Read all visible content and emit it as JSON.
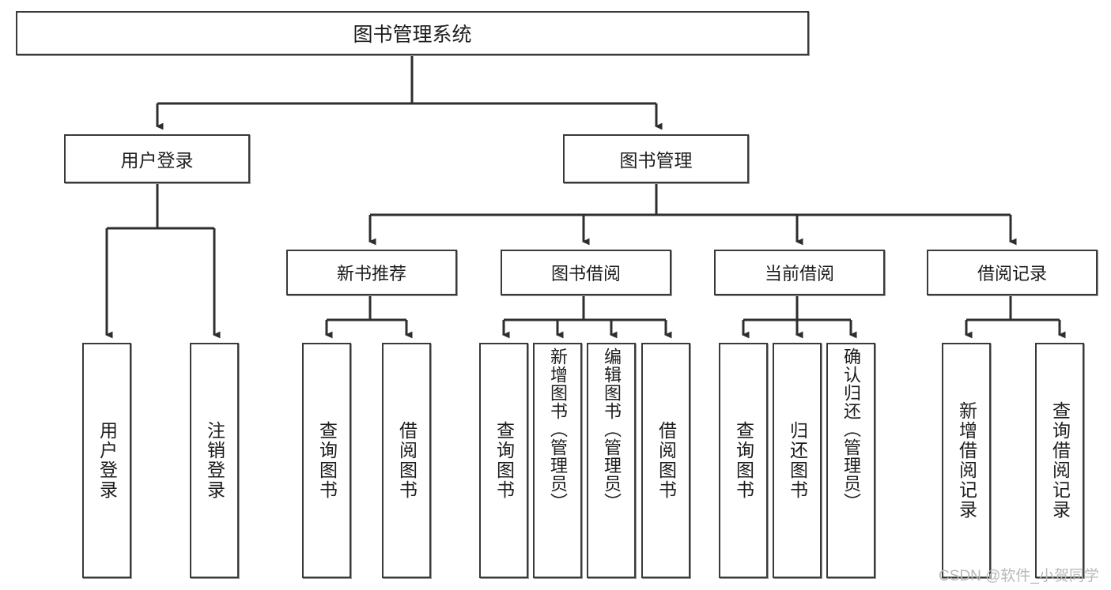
{
  "diagram": {
    "type": "hierarchy-tree",
    "title": "图书管理系统",
    "root": {
      "id": "root",
      "label": "图书管理系统"
    },
    "level2": [
      {
        "id": "user-login",
        "label": "用户登录"
      },
      {
        "id": "book-management",
        "label": "图书管理"
      }
    ],
    "level3": [
      {
        "id": "new-book-recommend",
        "label": "新书推荐",
        "parent": "book-management"
      },
      {
        "id": "book-borrow",
        "label": "图书借阅",
        "parent": "book-management"
      },
      {
        "id": "current-borrow",
        "label": "当前借阅",
        "parent": "book-management"
      },
      {
        "id": "borrow-record",
        "label": "借阅记录",
        "parent": "book-management"
      }
    ],
    "leaves": [
      {
        "id": "leaf-user-login",
        "label": "用户登录",
        "parent": "user-login"
      },
      {
        "id": "leaf-logout",
        "label": "注销登录",
        "parent": "user-login"
      },
      {
        "id": "leaf-query-book-1",
        "label": "查询图书",
        "parent": "new-book-recommend"
      },
      {
        "id": "leaf-borrow-book-1",
        "label": "借阅图书",
        "parent": "new-book-recommend"
      },
      {
        "id": "leaf-query-book-2",
        "label": "查询图书",
        "parent": "book-borrow"
      },
      {
        "id": "leaf-add-book",
        "label": "新增图书（管理员）",
        "parent": "book-borrow"
      },
      {
        "id": "leaf-edit-book",
        "label": "编辑图书（管理员）",
        "parent": "book-borrow"
      },
      {
        "id": "leaf-borrow-book-2",
        "label": "借阅图书",
        "parent": "book-borrow"
      },
      {
        "id": "leaf-query-book-3",
        "label": "查询图书",
        "parent": "current-borrow"
      },
      {
        "id": "leaf-return-book",
        "label": "归还图书",
        "parent": "current-borrow"
      },
      {
        "id": "leaf-confirm-return",
        "label": "确认归还（管理员）",
        "parent": "current-borrow"
      },
      {
        "id": "leaf-add-record",
        "label": "新增借阅记录",
        "parent": "borrow-record"
      },
      {
        "id": "leaf-query-record",
        "label": "查询借阅记录",
        "parent": "borrow-record"
      }
    ],
    "watermark": "CSDN @软件_小贺同学",
    "colors": {
      "box_border": "#3a3a3a",
      "box_fill": "#ffffff",
      "connector": "#2e2e2e",
      "text": "#1d1d1d",
      "watermark": "#b9b9b9"
    }
  }
}
